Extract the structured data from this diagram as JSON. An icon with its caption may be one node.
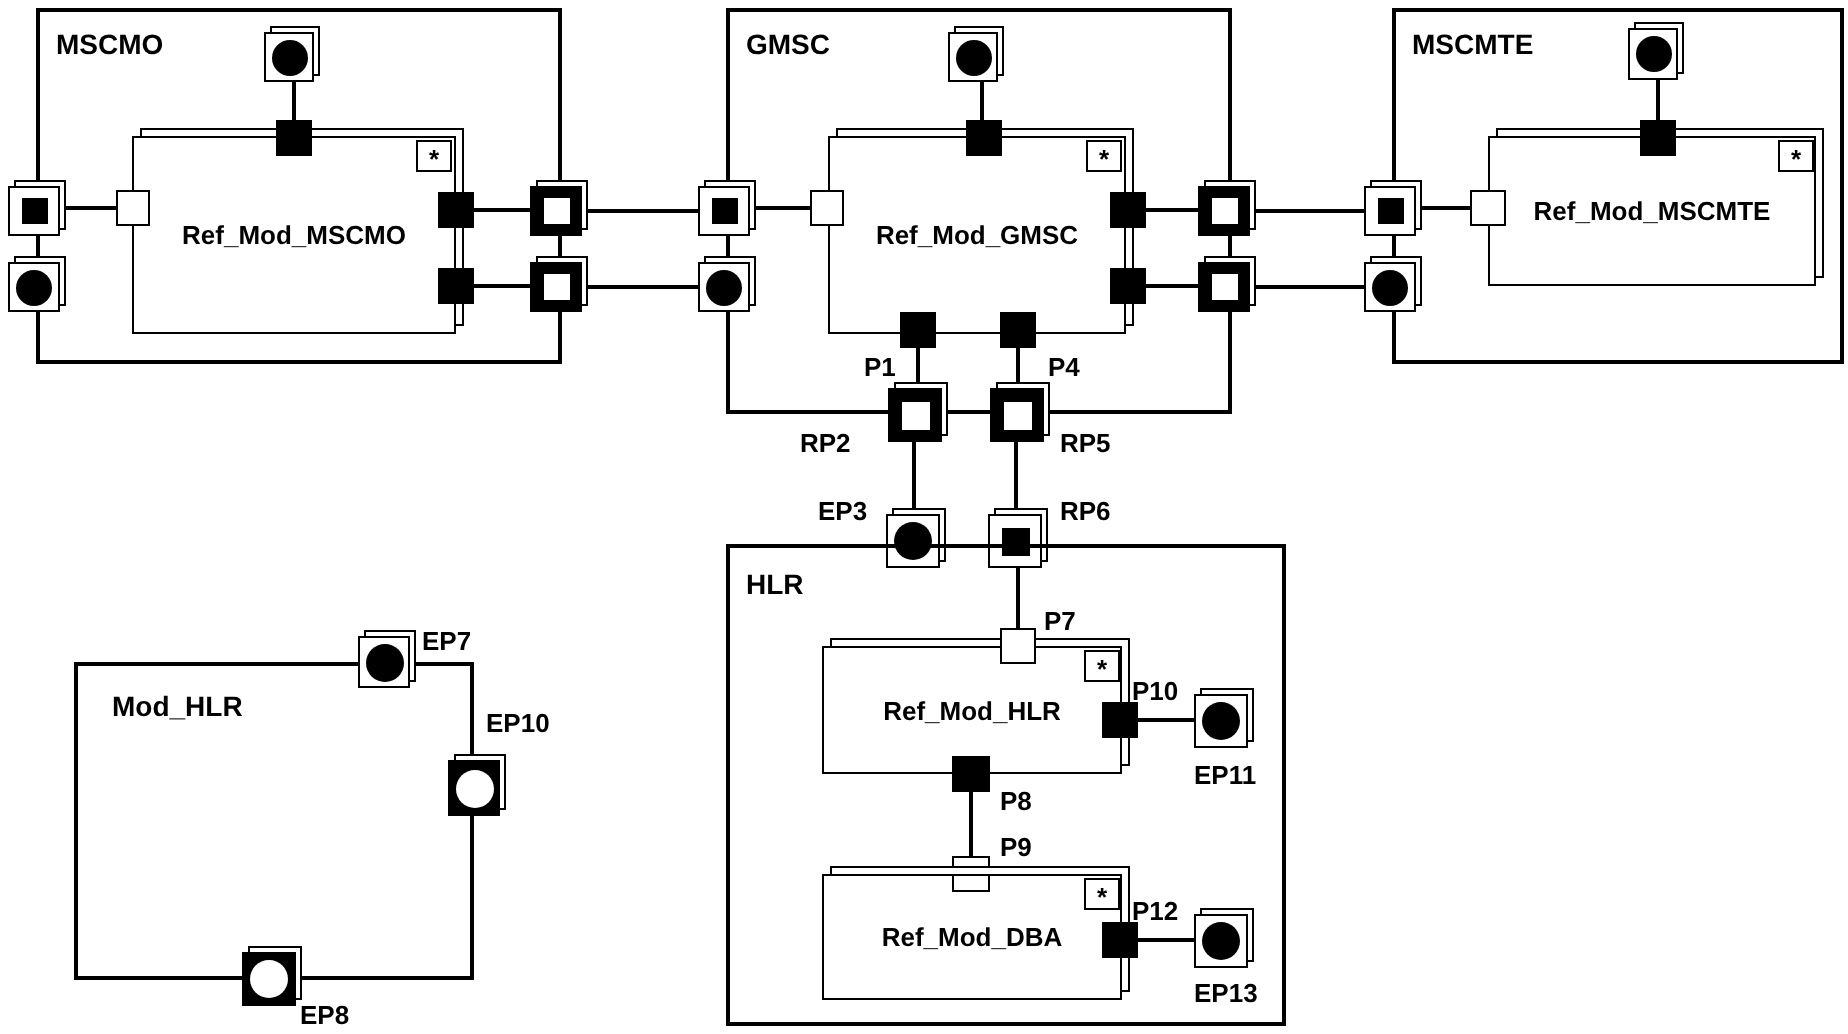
{
  "diagram": {
    "nodes": [
      {
        "text": [
          "MSCMO"
        ]
      },
      {
        "text": [
          "Ref_Mod_MSCMO"
        ],
        "in": 0
      },
      {
        "text": [
          "*"
        ],
        "in": 1
      },
      {
        "text": [],
        "shape": "circle",
        "in": 0
      },
      {
        "text": [],
        "shape": "box",
        "in": 0
      },
      {
        "text": [],
        "shape": "box"
      },
      {
        "text": [],
        "shape": "circle"
      },
      {
        "text": [],
        "shape": "box",
        "in": 0
      },
      {
        "text": [],
        "shape": "box",
        "in": 0
      },
      {
        "text": [],
        "shape": "box",
        "in": 0
      },
      {
        "text": [],
        "shape": "box"
      },
      {
        "text": [],
        "shape": "box"
      },
      {
        "text": [
          "GMSC"
        ]
      },
      {
        "text": [
          "Ref_Mod_GMSC"
        ],
        "in": 12
      },
      {
        "text": [
          "*"
        ],
        "in": 13
      },
      {
        "text": [],
        "shape": "circle",
        "in": 12
      },
      {
        "text": [],
        "shape": "box",
        "in": 12
      },
      {
        "text": [],
        "shape": "box"
      },
      {
        "text": [],
        "shape": "circle"
      },
      {
        "text": [],
        "shape": "box",
        "in": 12
      },
      {
        "text": [],
        "shape": "box",
        "in": 12
      },
      {
        "text": [],
        "shape": "box",
        "in": 12
      },
      {
        "text": [],
        "shape": "box"
      },
      {
        "text": [],
        "shape": "box"
      },
      {
        "text": [],
        "shape": "box",
        "in": 12,
        "beside": [
          "P1"
        ]
      },
      {
        "text": [],
        "shape": "box",
        "in": 12,
        "beside": [
          "P4"
        ]
      },
      {
        "text": [],
        "shape": "box",
        "beside": [
          "RP2"
        ]
      },
      {
        "text": [],
        "shape": "box",
        "beside": [
          "RP5"
        ]
      },
      {
        "text": [
          "MSCMTE"
        ]
      },
      {
        "text": [
          "Ref_Mod_MSCMTE"
        ],
        "in": 28
      },
      {
        "text": [
          "*"
        ],
        "in": 29
      },
      {
        "text": [],
        "shape": "circle",
        "in": 28
      },
      {
        "text": [],
        "shape": "box",
        "in": 28
      },
      {
        "text": [],
        "shape": "box"
      },
      {
        "text": [],
        "shape": "circle"
      },
      {
        "text": [],
        "shape": "box",
        "in": 28
      },
      {
        "text": [],
        "shape": "circle",
        "beside": [
          "EP3"
        ]
      },
      {
        "text": [],
        "shape": "box",
        "beside": [
          "RP6"
        ]
      },
      {
        "text": [
          "HLR"
        ]
      },
      {
        "text": [
          "Ref_Mod_HLR"
        ],
        "in": 38
      },
      {
        "text": [
          "*"
        ],
        "in": 39
      },
      {
        "text": [],
        "shape": "box",
        "in": 38,
        "beside": [
          "P7"
        ]
      },
      {
        "text": [],
        "shape": "box",
        "in": 38,
        "beside": [
          "P10"
        ]
      },
      {
        "text": [],
        "shape": "circle",
        "in": 38,
        "beside": [
          "EP11"
        ]
      },
      {
        "text": [],
        "shape": "box",
        "in": 38,
        "beside": [
          "P8"
        ]
      },
      {
        "text": [],
        "shape": "box",
        "in": 38,
        "beside": [
          "P9"
        ]
      },
      {
        "text": [
          "Ref_Mod_DBA"
        ],
        "in": 38
      },
      {
        "text": [
          "*"
        ],
        "in": 46
      },
      {
        "text": [],
        "shape": "box",
        "in": 38,
        "beside": [
          "P12"
        ]
      },
      {
        "text": [],
        "shape": "circle",
        "in": 38,
        "beside": [
          "EP13"
        ]
      },
      {
        "text": [
          "Mod_HLR"
        ]
      },
      {
        "text": [],
        "shape": "circle",
        "beside": [
          "EP7"
        ]
      },
      {
        "text": [],
        "shape": "circle",
        "beside": [
          "EP10"
        ]
      },
      {
        "text": [],
        "shape": "circle",
        "beside": [
          "EP8"
        ]
      }
    ],
    "edges": [
      {
        "from": 3,
        "to": 4,
        "arrow": "none"
      },
      {
        "from": 5,
        "to": 7,
        "arrow": "none"
      },
      {
        "from": 8,
        "to": 10,
        "arrow": "none"
      },
      {
        "from": 9,
        "to": 11,
        "arrow": "none"
      },
      {
        "from": 10,
        "to": 17,
        "arrow": "none"
      },
      {
        "from": 11,
        "to": 18,
        "arrow": "none"
      },
      {
        "from": 15,
        "to": 16,
        "arrow": "none"
      },
      {
        "from": 17,
        "to": 19,
        "arrow": "none"
      },
      {
        "from": 20,
        "to": 22,
        "arrow": "none"
      },
      {
        "from": 21,
        "to": 23,
        "arrow": "none"
      },
      {
        "from": 24,
        "to": 26,
        "arrow": "none"
      },
      {
        "from": 25,
        "to": 27,
        "arrow": "none"
      },
      {
        "from": 22,
        "to": 33,
        "arrow": "none"
      },
      {
        "from": 23,
        "to": 34,
        "arrow": "none"
      },
      {
        "from": 31,
        "to": 32,
        "arrow": "none"
      },
      {
        "from": 33,
        "to": 35,
        "arrow": "none"
      },
      {
        "from": 26,
        "to": 36,
        "arrow": "none"
      },
      {
        "from": 27,
        "to": 37,
        "arrow": "none"
      },
      {
        "from": 37,
        "to": 41,
        "arrow": "none"
      },
      {
        "from": 44,
        "to": 45,
        "arrow": "none"
      },
      {
        "from": 42,
        "to": 43,
        "arrow": "none"
      },
      {
        "from": 48,
        "to": 49,
        "arrow": "none"
      }
    ]
  }
}
